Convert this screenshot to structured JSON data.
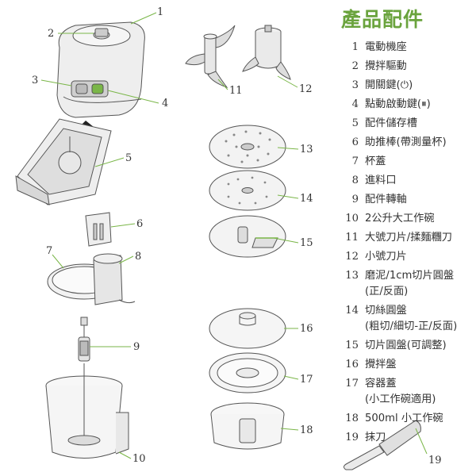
{
  "title": "產品配件",
  "colors": {
    "accent": "#6aa33d",
    "line": "#7ab648",
    "text": "#333333"
  },
  "parts": [
    {
      "num": "1",
      "name": "電動機座"
    },
    {
      "num": "2",
      "name": "攪拌驅動"
    },
    {
      "num": "3",
      "name": "開關鍵(⏻)"
    },
    {
      "num": "4",
      "name": "點動啟動鍵(⏸)"
    },
    {
      "num": "5",
      "name": "配件儲存槽"
    },
    {
      "num": "6",
      "name": "助推棒(帶測量杯)"
    },
    {
      "num": "7",
      "name": "杯蓋"
    },
    {
      "num": "8",
      "name": "進料口"
    },
    {
      "num": "9",
      "name": "配件轉軸"
    },
    {
      "num": "10",
      "name": "2公升大工作碗"
    },
    {
      "num": "11",
      "name": "大號刀片/揉麵糰刀"
    },
    {
      "num": "12",
      "name": "小號刀片"
    },
    {
      "num": "13",
      "name": "磨泥/1cm切片圓盤\n(正/反面)"
    },
    {
      "num": "14",
      "name": "切絲圓盤\n(粗切/細切-正/反面)"
    },
    {
      "num": "15",
      "name": "切片圓盤(可調整)"
    },
    {
      "num": "16",
      "name": "攪拌盤"
    },
    {
      "num": "17",
      "name": "容器蓋\n(小工作碗適用)"
    },
    {
      "num": "18",
      "name": "500ml 小工作碗"
    },
    {
      "num": "19",
      "name": "抹刀"
    }
  ]
}
